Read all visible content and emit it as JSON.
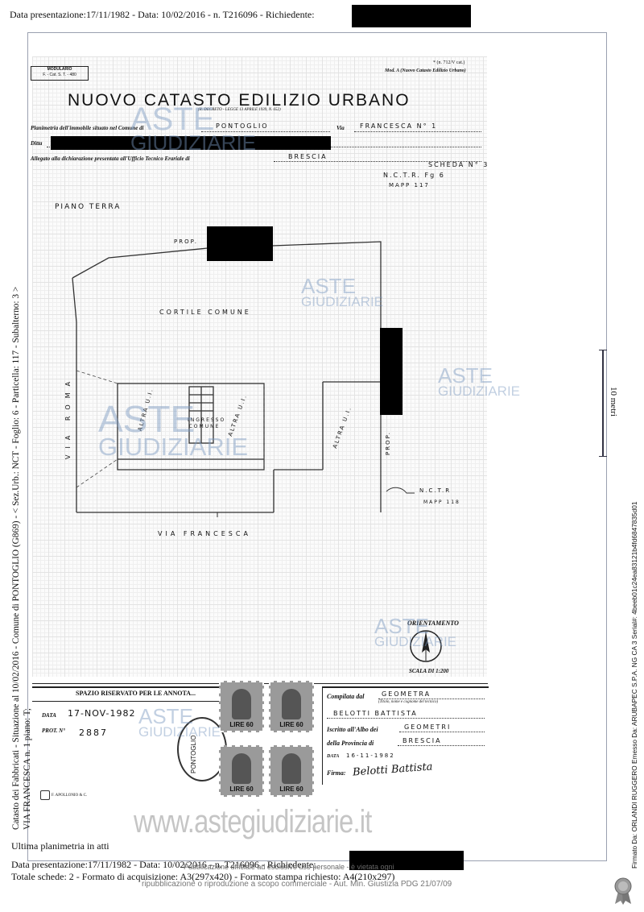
{
  "header": {
    "top_line": "Data presentazione:17/11/1982 - Data: 10/02/2016 - n. T216096 - Richiedente:"
  },
  "form": {
    "modulario": "MODULARIO",
    "modulario_code": "F. - Cat. S. T. - 480",
    "model_code": "* (n. 712/V cat.)",
    "model_name": "Mod. A (Nuovo Catasto Edilizio Urbano)",
    "title": "NUOVO CATASTO EDILIZIO URBANO",
    "decree": "(R. DECRETO - LEGGE 13 APRILE 1939, N. 652)",
    "line1_label": "Planimetria dell'immobile situato nel Comune di",
    "comune": "PONTOGLIO",
    "via_label": "Via",
    "via_value": "FRANCESCA N° 1",
    "ditta_label": "Ditta",
    "allegato_label": "Allegato alla dichiarazione presentata all'Ufficio Tecnico Erariale di",
    "ufficio": "BRESCIA",
    "scheda": "SCHEDA N° 3",
    "nctr_top": "N.C.T.R. Fg 6",
    "mapp_top": "MAPP 117"
  },
  "plan": {
    "piano": "PIANO TERRA",
    "prop_top": "PROP.",
    "cortile": "CORTILE COMUNE",
    "via_roma": "VIA ROMA",
    "altra_ui_1": "ALTRA U.I.",
    "ingresso": "INGRESSO COMUNE",
    "altra_ui_2": "ALTRA U.I.",
    "altra_ui_3": "ALTRA U.I.",
    "prop_right": "PROP.",
    "nctr_right": "N.C.T.R",
    "mapp_right": "MAPP 118",
    "via_francesca": "VIA FRANCESCA",
    "orientamento": "ORIENTAMENTO",
    "scala": "SCALA DI 1:200"
  },
  "annotations": {
    "spazio": "SPAZIO RISERVATO PER LE ANNOTA...",
    "data_label": "DATA",
    "data_value": "17-NOV-1982",
    "prot_label": "PROT. N°",
    "prot_value": "2887",
    "apollonio": "F. APOLLONIO & C.",
    "stamp_value": "LIRE 60",
    "postmark": "PONTOGLIO"
  },
  "compilata": {
    "label": "Compilata dal",
    "value": "GEOMETRA",
    "sublabel": "(Titolo, nome e cognome del tecnico)",
    "name": "BELOTTI BATTISTA",
    "albo_label": "Iscritto all'Albo dei",
    "albo_value": "GEOMETRI",
    "provincia_label": "della Provincia di",
    "provincia_value": "BRESCIA",
    "data_label": "DATA",
    "data_value": "16-11-1982",
    "firma_label": "Firma:",
    "firma_value": "Belotti Battista"
  },
  "watermark": {
    "aste": "ASTE",
    "giudiziarie": "GIUDIZIARIE",
    "site": "www.astegiudiziarie.it"
  },
  "left_side": {
    "line1": "Catasto dei Fabbricati - Situazione al 10/02/2016 - Comune di PONTOGLIO (G869) - < Sez.Urb.: NCT - Foglio: 6 - Particella: 117 - Subalterno: 3 >",
    "line2": "VIA FRANCESCA n. 1 piano: T;"
  },
  "scale_bar": {
    "label": "10 metri"
  },
  "right_side": {
    "signature": "Firmato Da: ORLANDI RUGGERO Emesso Da: ARUBAPEC S.P.A. NG CA 3 Serial#: 4beeb01c24ea83121b4fd6847835d01"
  },
  "footer": {
    "ultima": "Ultima planimetria in atti",
    "line1": "Data presentazione:17/11/1982 - Data: 10/02/2016 - n. T216096 - Richiedente:",
    "line2": "Totale schede: 2 - Formato di acquisizione: A3(297x420) - Formato stampa richiesto: A4(210x297)",
    "notice1": "Pubblicazione ufficiale ad esclusivo uso personale - è vietata ogni",
    "notice2": "ripubblicazione o riproduzione a scopo commerciale - Aut. Min. Giustizia PDG 21/07/09"
  }
}
